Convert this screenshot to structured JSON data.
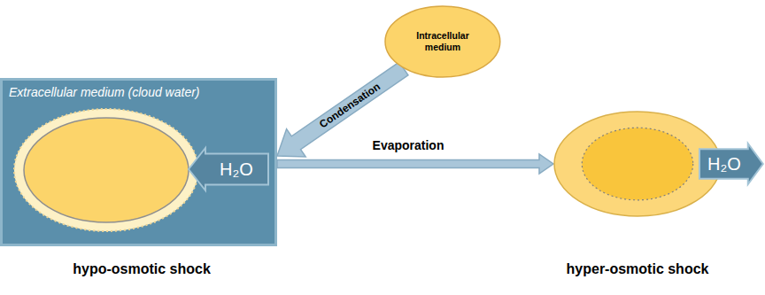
{
  "diagram": {
    "nodes": [
      {
        "text": [
          "Intracellular medium"
        ]
      },
      {
        "text": [
          "Extracellular medium (cloud water)",
          "hypo-osmotic shock"
        ]
      },
      {
        "text": [
          "H₂O"
        ],
        "in": 1
      },
      {
        "text": [
          "hyper-osmotic shock"
        ]
      },
      {
        "text": [
          "H₂O"
        ]
      }
    ],
    "edges": [
      {
        "from": 0,
        "to": 1,
        "arrow": "to",
        "label": "Condensation"
      },
      {
        "from": 1,
        "to": 3,
        "arrow": "to",
        "label": "Evaporation"
      }
    ]
  }
}
